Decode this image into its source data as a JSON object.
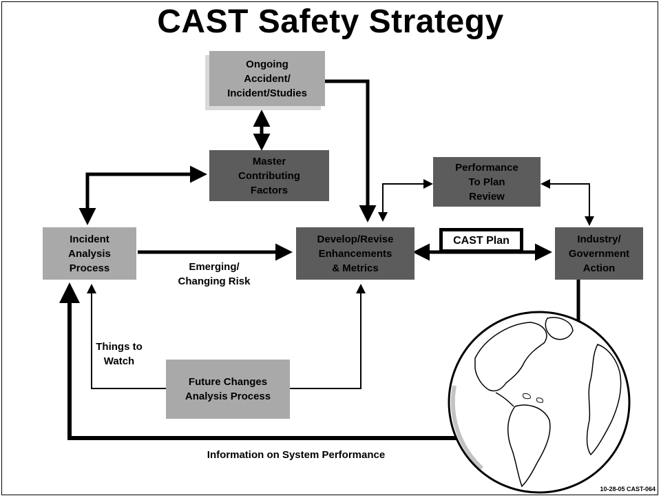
{
  "title": "CAST Safety Strategy",
  "boxes": {
    "ongoing": "Ongoing\nAccident/\nIncident/Studies",
    "master": "Master\nContributing\nFactors",
    "performance": "Performance\nTo Plan\nReview",
    "incident": "Incident\nAnalysis\nProcess",
    "develop": "Develop/Revise\nEnhancements\n& Metrics",
    "cast_plan": "CAST Plan",
    "industry": "Industry/\nGovernment\nAction",
    "future": "Future Changes\nAnalysis Process"
  },
  "labels": {
    "emerging": "Emerging/\nChanging Risk",
    "things": "Things to\nWatch",
    "information": "Information on System Performance"
  },
  "footer": "10-28-05  CAST-064",
  "colors": {
    "light_box": "#a9a9a9",
    "dark_box": "#5c5c5c",
    "ocean": "#ffffff",
    "land": "#ffffff"
  }
}
